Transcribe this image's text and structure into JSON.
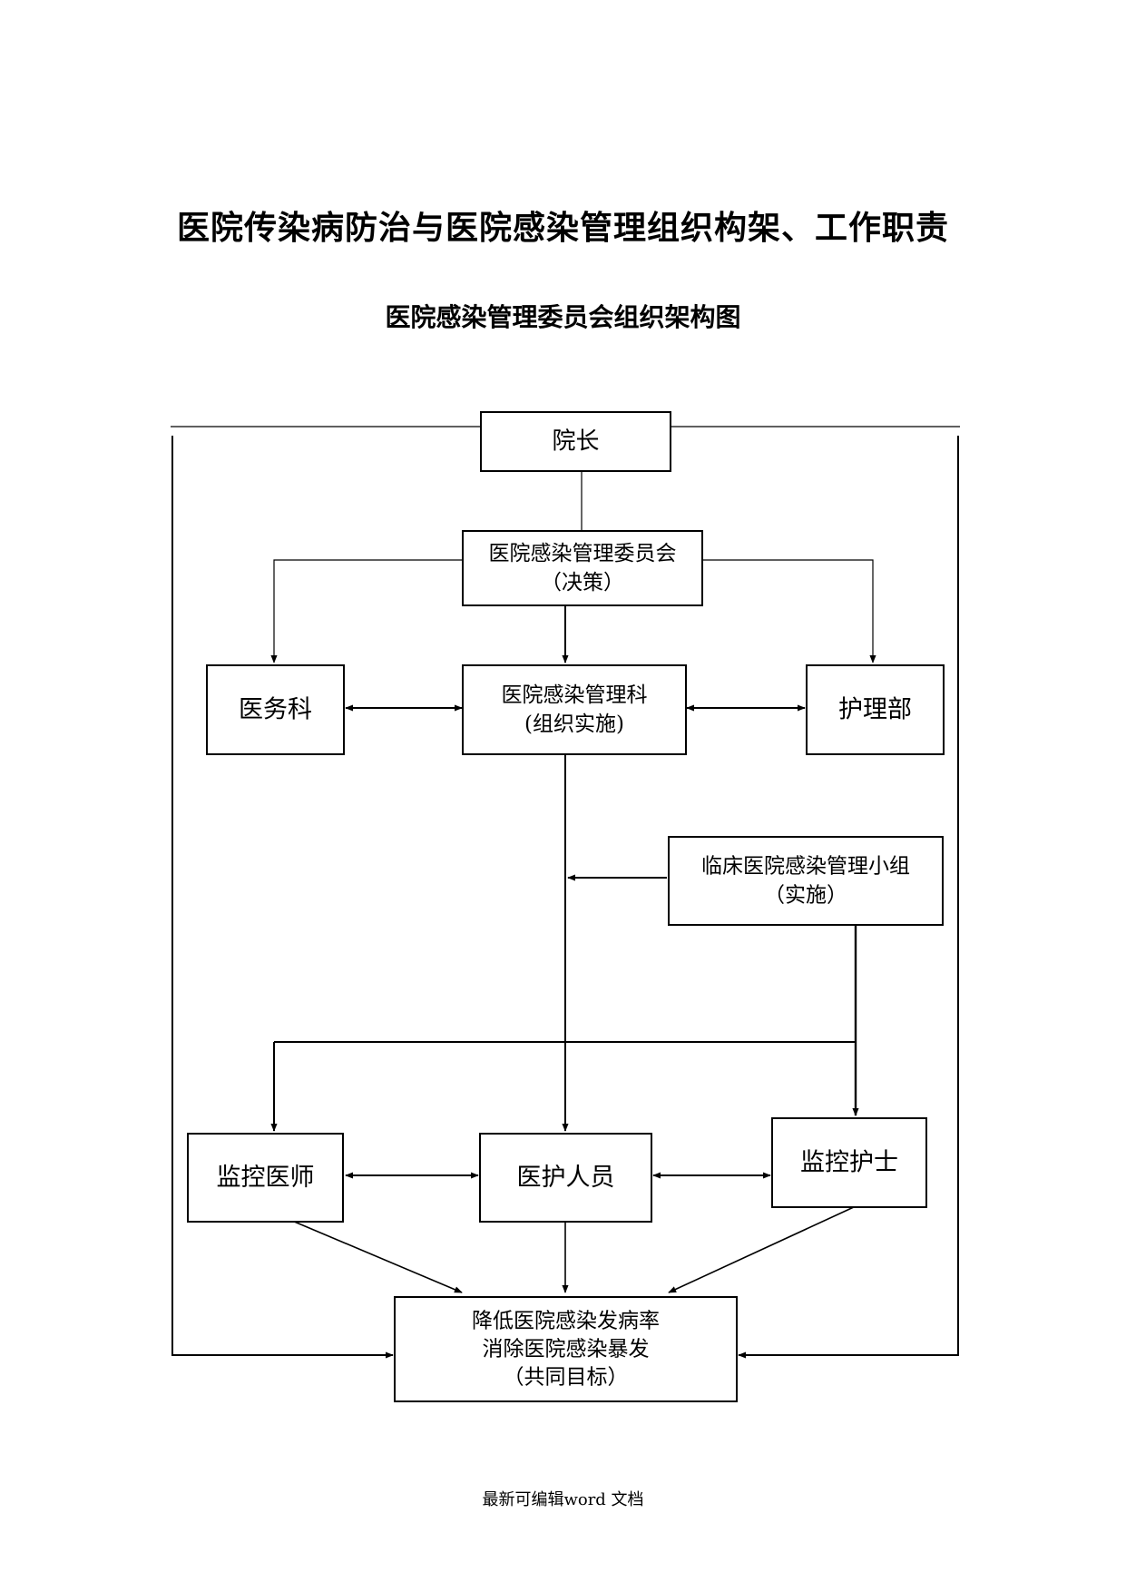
{
  "title": "医院传染病防治与医院感染管理组织构架、工作职责",
  "subtitle": "医院感染管理委员会组织架构图",
  "footer": "最新可编辑word 文档",
  "nodes": {
    "president": {
      "lines": [
        "院长"
      ]
    },
    "committee": {
      "lines": [
        "医院感染管理委员会",
        "（决策）"
      ]
    },
    "medical_affairs": {
      "lines": [
        "医务科"
      ]
    },
    "infection_dept": {
      "lines": [
        "医院感染管理科",
        "(组织实施)"
      ]
    },
    "nursing_dept": {
      "lines": [
        "护理部"
      ]
    },
    "clinical_group": {
      "lines": [
        "临床医院感染管理小组",
        "（实施）"
      ]
    },
    "monitor_doctor": {
      "lines": [
        "监控医师"
      ]
    },
    "medical_staff": {
      "lines": [
        "医护人员"
      ]
    },
    "monitor_nurse": {
      "lines": [
        "监控护士"
      ]
    },
    "goal": {
      "lines": [
        "降低医院感染发病率",
        "消除医院感染暴发",
        "（共同目标）"
      ]
    }
  }
}
